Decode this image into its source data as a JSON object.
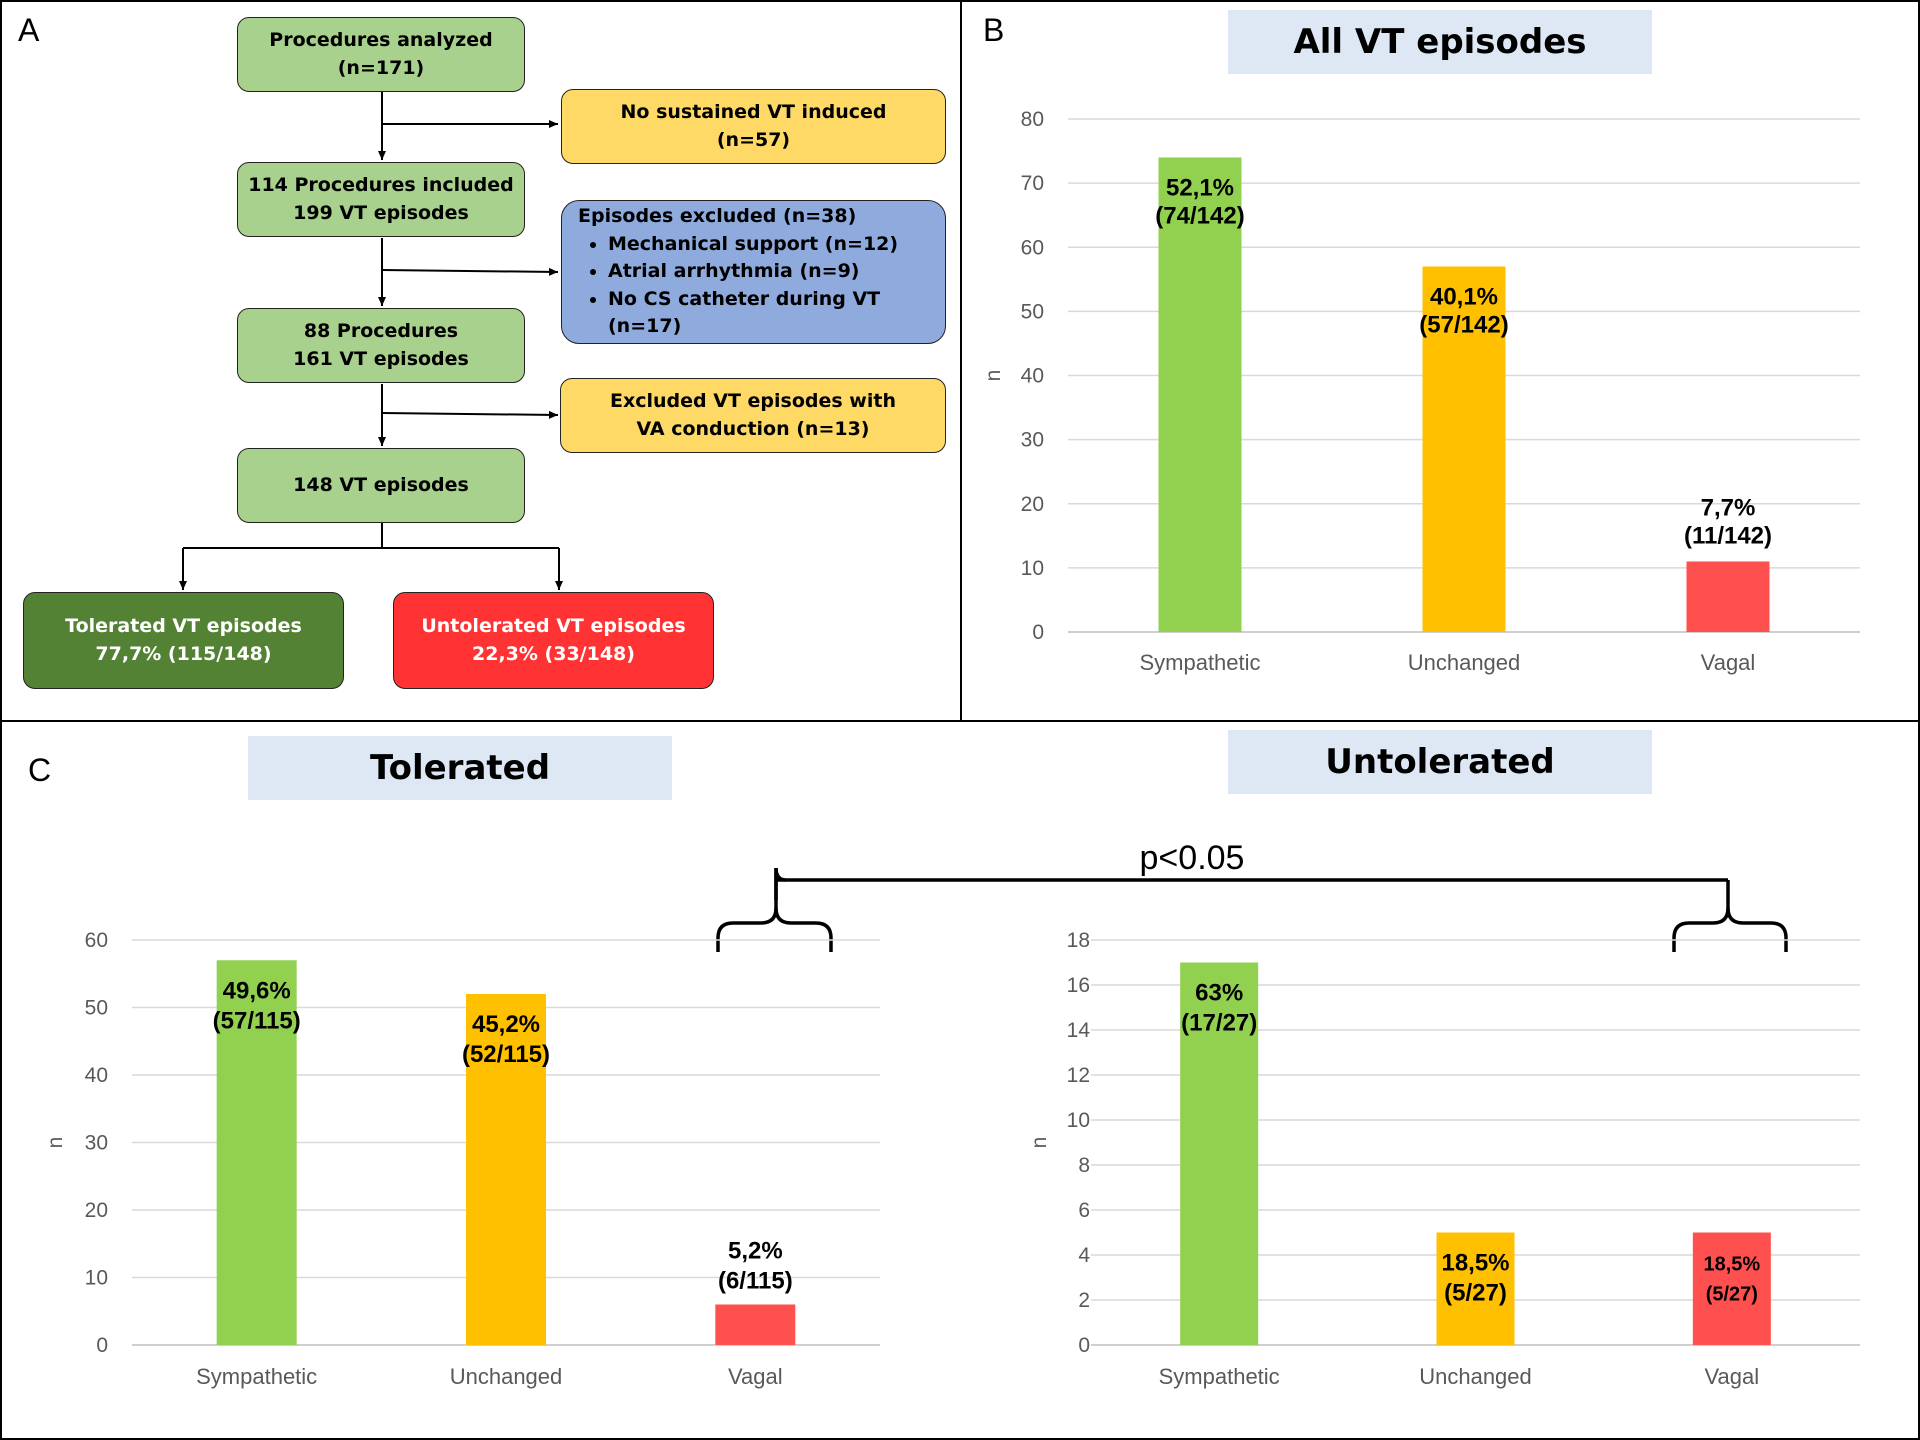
{
  "panels": {
    "A": {
      "letter": "A"
    },
    "B": {
      "letter": "B",
      "title": "All VT episodes"
    },
    "C": {
      "letter": "C",
      "title_left": "Tolerated",
      "title_right": "Untolerated",
      "pvalue": "p<0.05"
    }
  },
  "flowchart": {
    "analyzed": {
      "line1": "Procedures analyzed",
      "line2": "(n=171)"
    },
    "no_vt": {
      "line1": "No sustained VT induced",
      "line2": "(n=57)"
    },
    "included": {
      "line1": "114 Procedures included",
      "line2": "199 VT episodes"
    },
    "excluded": {
      "title": "Episodes excluded (n=38)",
      "items": [
        "Mechanical support (n=12)",
        "Atrial arrhythmia (n=9)",
        "No CS catheter during VT (n=17)"
      ]
    },
    "p88": {
      "line1": "88 Procedures",
      "line2": "161 VT episodes"
    },
    "va": {
      "line1": "Excluded VT episodes with",
      "line2": "VA conduction (n=13)"
    },
    "vt148": {
      "line1": "148 VT episodes"
    },
    "tolerated": {
      "line1": "Tolerated VT episodes",
      "line2": "77,7% (115/148)"
    },
    "untolerated": {
      "line1": "Untolerated VT episodes",
      "line2": "22,3% (33/148)"
    }
  },
  "colors": {
    "sympathetic": "#92d050",
    "unchanged": "#ffc000",
    "vagal": "#ff5050",
    "grid": "#d9d9d9"
  },
  "chart_data": [
    {
      "id": "all",
      "type": "bar",
      "title": "All VT episodes",
      "ylabel": "n",
      "ylim": [
        0,
        80
      ],
      "yticks": [
        0,
        10,
        20,
        30,
        40,
        50,
        60,
        70,
        80
      ],
      "categories": [
        "Sympathetic",
        "Unchanged",
        "Vagal"
      ],
      "values": [
        74,
        57,
        11
      ],
      "labels": [
        [
          "52,1%",
          "(74/142)"
        ],
        [
          "40,1%",
          "(57/142)"
        ],
        [
          "7,7%",
          "(11/142)"
        ]
      ]
    },
    {
      "id": "tolerated",
      "type": "bar",
      "title": "Tolerated",
      "ylabel": "n",
      "ylim": [
        0,
        60
      ],
      "yticks": [
        0,
        10,
        20,
        30,
        40,
        50,
        60
      ],
      "categories": [
        "Sympathetic",
        "Unchanged",
        "Vagal"
      ],
      "values": [
        57,
        52,
        6
      ],
      "labels": [
        [
          "49,6%",
          "(57/115)"
        ],
        [
          "45,2%",
          "(52/115)"
        ],
        [
          "5,2%",
          "(6/115)"
        ]
      ]
    },
    {
      "id": "untolerated",
      "type": "bar",
      "title": "Untolerated",
      "ylabel": "n",
      "ylim": [
        0,
        18
      ],
      "yticks": [
        0,
        2,
        4,
        6,
        8,
        10,
        12,
        14,
        16,
        18
      ],
      "categories": [
        "Sympathetic",
        "Unchanged",
        "Vagal"
      ],
      "values": [
        17,
        5,
        5
      ],
      "labels": [
        [
          "63%",
          "(17/27)"
        ],
        [
          "18,5%",
          "(5/27)"
        ],
        [
          "18,5%",
          "(5/27)"
        ]
      ]
    }
  ]
}
